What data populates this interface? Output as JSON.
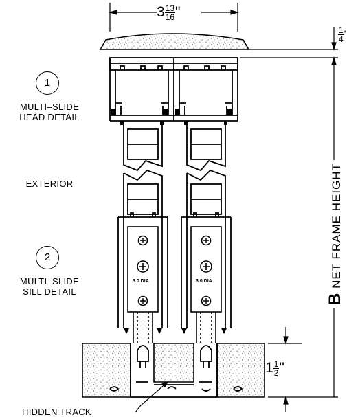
{
  "dimensions": {
    "width_whole": "3",
    "width_num": "13",
    "width_den": "16",
    "width_inch": "\"",
    "top_num": "1",
    "top_den": "4",
    "top_inch": "'",
    "sill_whole": "1",
    "sill_num": "1",
    "sill_den": "2",
    "sill_inch": "\""
  },
  "labels": {
    "head_number": "1",
    "head_line1": "MULTI–SLIDE",
    "head_line2": "HEAD DETAIL",
    "exterior": "EXTERIOR",
    "sill_number": "2",
    "sill_line1": "MULTI–SLIDE",
    "sill_line2": "SILL DETAIL",
    "hidden_track": "HIDDEN TRACK",
    "net_frame_letter": "B",
    "net_frame_text": "NET FRAME HEIGHT",
    "roller_left": "3.0 DIA",
    "roller_right": "3.0 DIA"
  }
}
